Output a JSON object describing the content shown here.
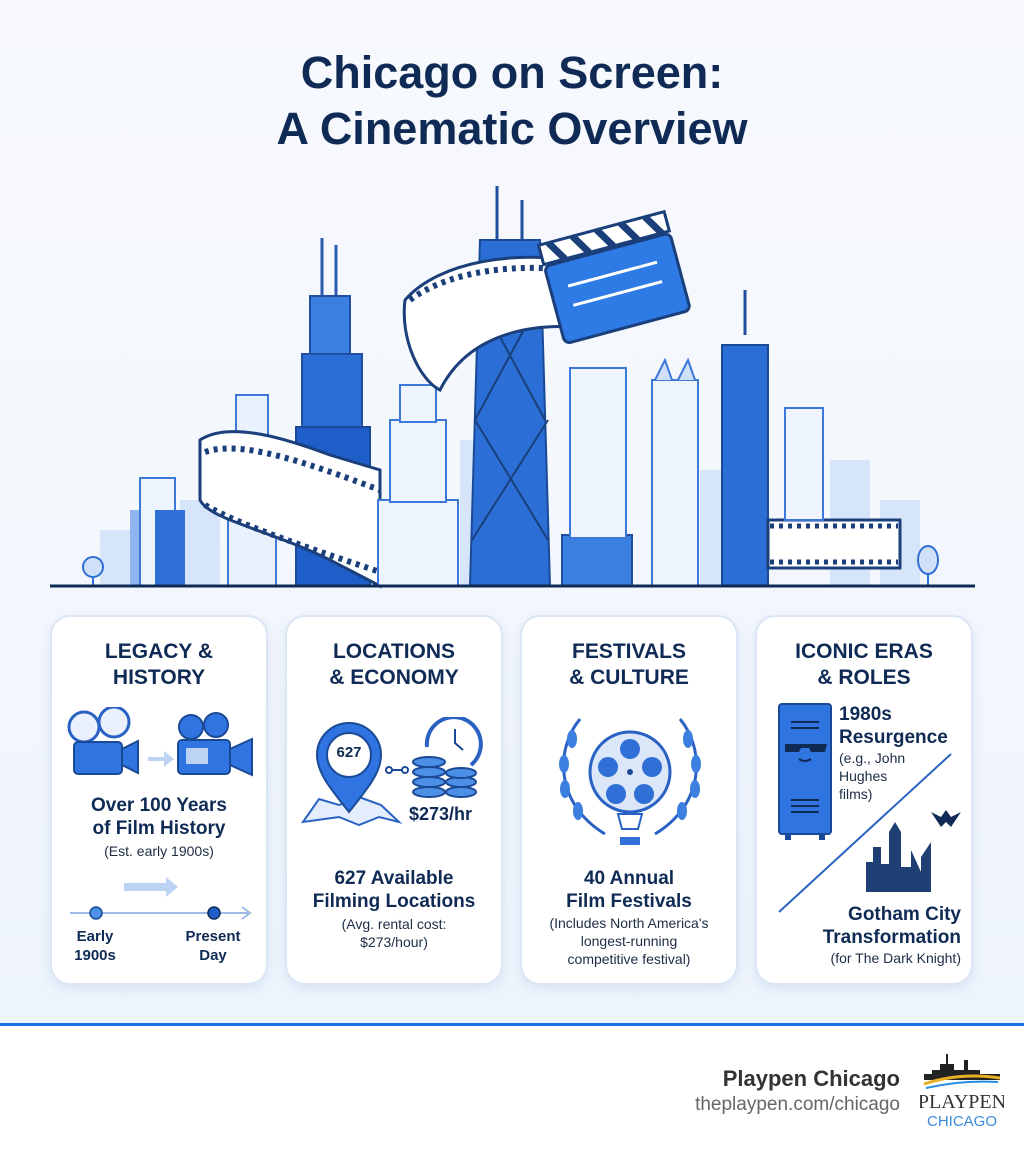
{
  "title": {
    "line1": "Chicago on Screen:",
    "line2": "A Cinematic Overview"
  },
  "cards": [
    {
      "heading1": "LEGACY &",
      "heading2": "HISTORY",
      "stat1": "Over 100 Years",
      "stat2": "of Film History",
      "note": "(Est. early 1900s)",
      "timeline": {
        "start1": "Early",
        "start2": "1900s",
        "end1": "Present",
        "end2": "Day"
      }
    },
    {
      "heading1": "LOCATIONS",
      "heading2": "& ECONOMY",
      "pin_label": "627",
      "rate_label": "$273/hr",
      "stat1": "627 Available",
      "stat2": "Filming Locations",
      "note1": "(Avg. rental cost:",
      "note2": "$273/hour)"
    },
    {
      "heading1": "FESTIVALS",
      "heading2": "& CULTURE",
      "stat1": "40 Annual",
      "stat2": "Film Festivals",
      "note1": "(Includes North America's",
      "note2": "longest-running",
      "note3": "competitive festival)"
    },
    {
      "heading1": "ICONIC ERAS",
      "heading2": "& ROLES",
      "era1_title1": "1980s",
      "era1_title2": "Resurgence",
      "era1_note1": "(e.g., John",
      "era1_note2": "Hughes",
      "era1_note3": "films)",
      "era2_title1": "Gotham City",
      "era2_title2": "Transformation",
      "era2_note": "(for The Dark Knight)"
    }
  ],
  "footer": {
    "brand": "Playpen Chicago",
    "url": "theplaypen.com/chicago",
    "logo_text1": "PLAYPEN",
    "logo_text2": "CHICAGO"
  },
  "colors": {
    "navy": "#0f2b55",
    "blue": "#1a73e8",
    "light": "#cfe0f8"
  }
}
